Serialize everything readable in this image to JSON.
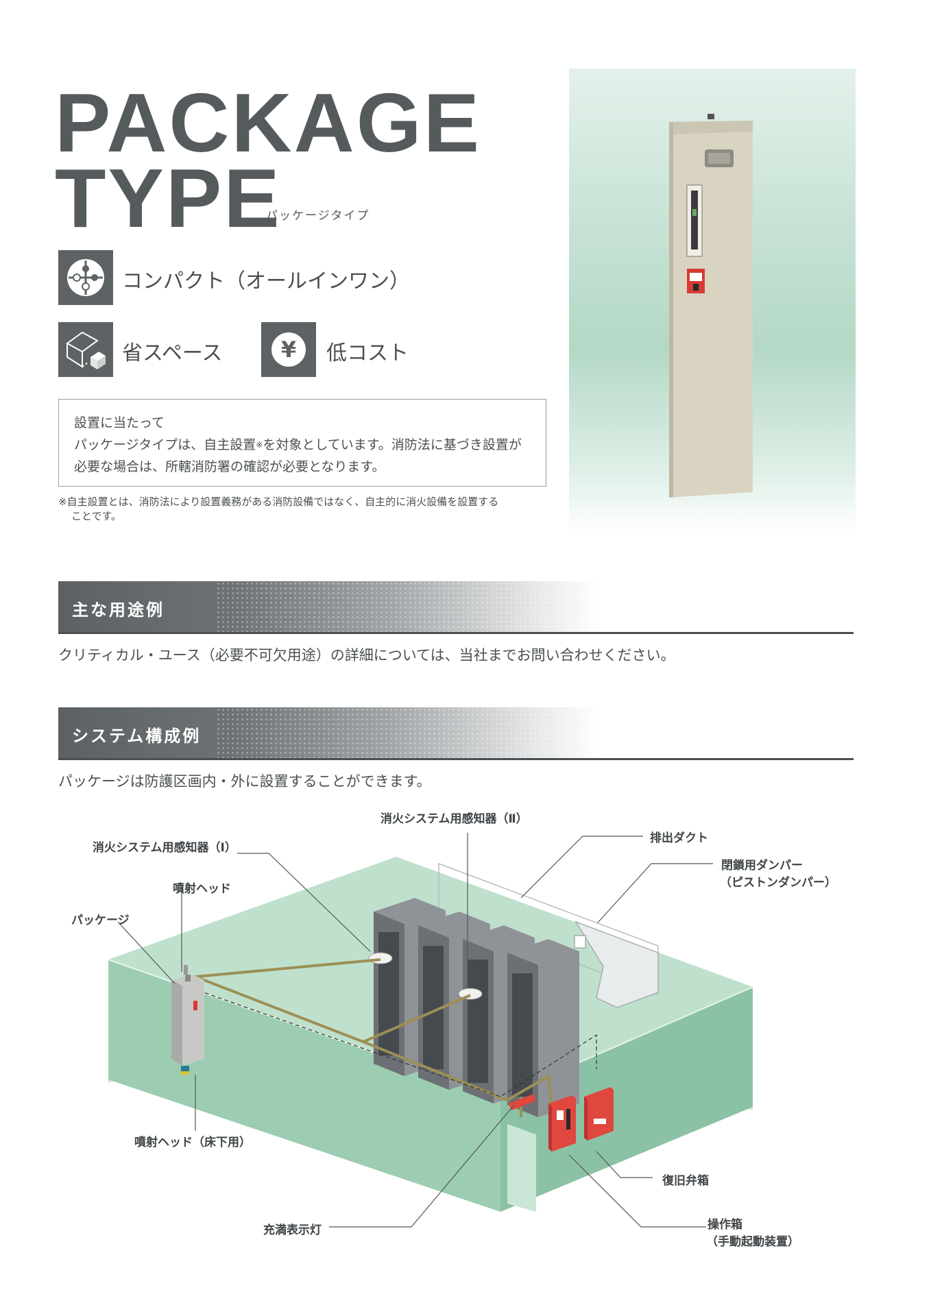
{
  "header": {
    "title_line1": "PACKAGE",
    "title_line2": "TYPE",
    "title_sub": "パッケージタイプ"
  },
  "features": [
    {
      "icon": "puzzle-icon",
      "label": "コンパクト（オールインワン）"
    },
    {
      "icon": "space-saving-icon",
      "label": "省スペース"
    },
    {
      "icon": "yen-icon",
      "label": "低コスト"
    }
  ],
  "yen_glyph": "¥",
  "installation_note": {
    "heading": "設置に当たって",
    "line1_a": "パッケージタイプは、自主設置",
    "line1_mark": "※",
    "line1_b": "を対象としています。消防法に基づき設置が",
    "line2": "必要な場合は、所轄消防署の確認が必要となります。"
  },
  "footnote": {
    "line1": "※自主設置とは、消防法により設置義務がある消防設備ではなく、自主的に消火設備を設置する",
    "line2": "ことです。"
  },
  "section_uses": {
    "title": "主な用途例",
    "text": "クリティカル・ユース（必要不可欠用途）の詳細については、当社までお問い合わせください。"
  },
  "section_system": {
    "title": "システム構成例",
    "text": "パッケージは防護区画内・外に設置することができます。"
  },
  "diagram_labels": {
    "detector_1": "消火システム用感知器（Ⅰ）",
    "detector_2": "消火システム用感知器（Ⅱ）",
    "nozzle": "噴射ヘッド",
    "package": "パッケージ",
    "exhaust_duct": "排出ダクト",
    "damper_1": "閉鎖用ダンパー",
    "damper_2": "（ピストンダンパー）",
    "nozzle_underfloor": "噴射ヘッド（床下用）",
    "discharge_lamp": "充満表示灯",
    "reset_valve_box": "復旧弁箱",
    "control_box_1": "操作箱",
    "control_box_2": "（手動起動装置）"
  },
  "colors": {
    "title": "#555a5c",
    "room_green": "#9ccdb2",
    "equipment_red": "#e0473f",
    "cable_olive": "#9c8f55"
  }
}
